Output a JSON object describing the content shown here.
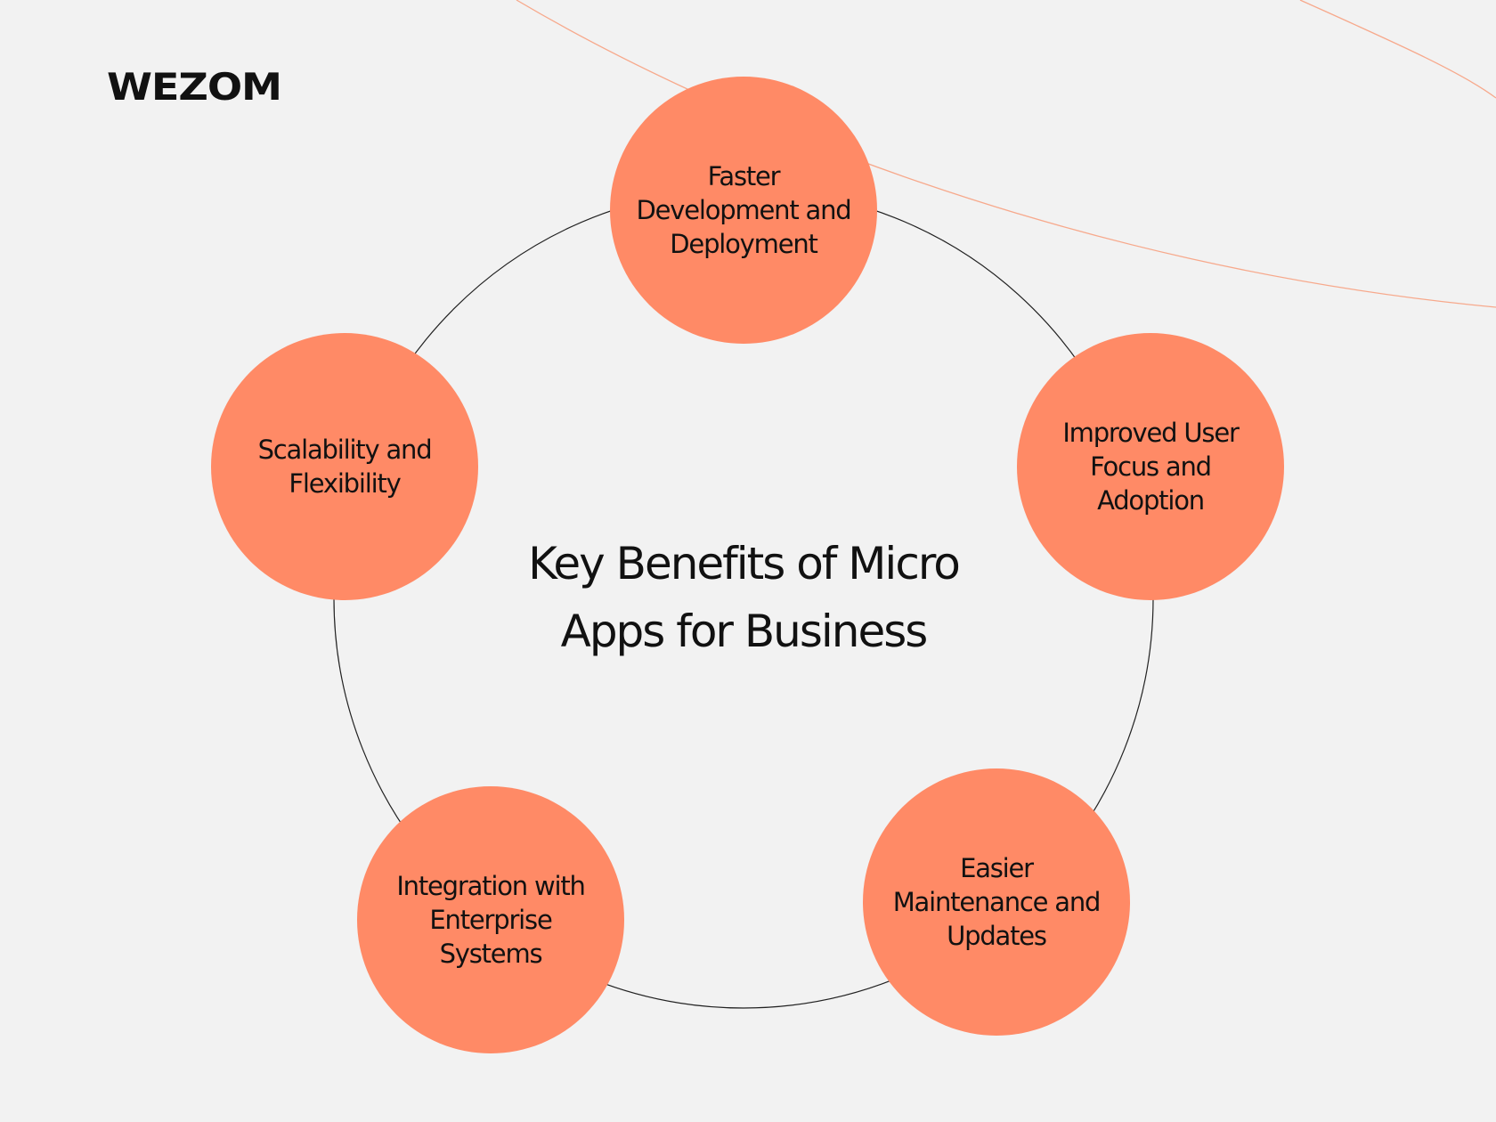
{
  "brand": {
    "logo_text": "WEZOM"
  },
  "diagram": {
    "title": "Key Benefits of Micro Apps for Business",
    "nodes": [
      {
        "label": "Faster\nDevelopment and\nDeployment"
      },
      {
        "label": "Improved User\nFocus and\nAdoption"
      },
      {
        "label": "Easier\nMaintenance and\nUpdates"
      },
      {
        "label": "Integration with\nEnterprise\nSystems"
      },
      {
        "label": "Scalability and\nFlexibility"
      }
    ]
  },
  "colors": {
    "node_fill": "#ff8a66",
    "background": "#f2f2f2",
    "ring_stroke": "#222222",
    "accent_curve": "#f7a98c",
    "text": "#111111"
  }
}
